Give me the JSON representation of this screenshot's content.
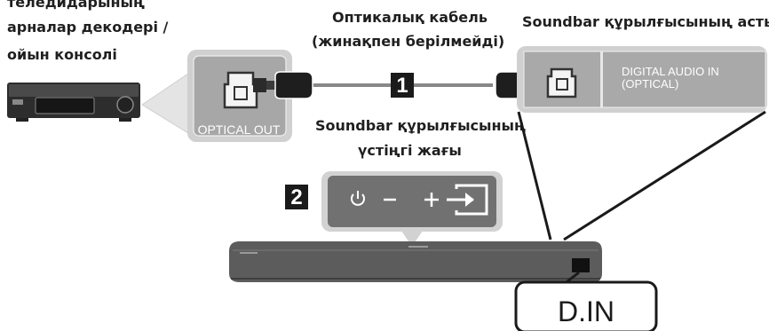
{
  "source": {
    "label_line1": "теледидарының",
    "label_line2": "арналар декодері /",
    "label_line3": "ойын консолі",
    "port_label": "OPTICAL OUT"
  },
  "cable": {
    "label_line1": "Оптикалық кабель",
    "label_line2": "(жинақпен берілмейді)",
    "step_number": "1"
  },
  "soundbar_bottom": {
    "label": "Soundbar құрылғысының асты",
    "port_label_line1": "DIGITAL AUDIO IN",
    "port_label_line2": "(OPTICAL)"
  },
  "soundbar_top": {
    "label_line1": "Soundbar құрылғысының",
    "label_line2": "үстіңгі жағы",
    "step_number": "2",
    "buttons": {
      "power": "⏻",
      "minus": "–",
      "plus": "+"
    }
  },
  "display": {
    "text": "D.IN"
  },
  "colors": {
    "panel_gray": "#d4d4d4",
    "panel_light": "#e3e3e3",
    "dark_gray": "#4a4a4a",
    "soundbar": "#5b5b5b",
    "callout_fill": "#707070",
    "step_box": "#1a1a1a"
  }
}
